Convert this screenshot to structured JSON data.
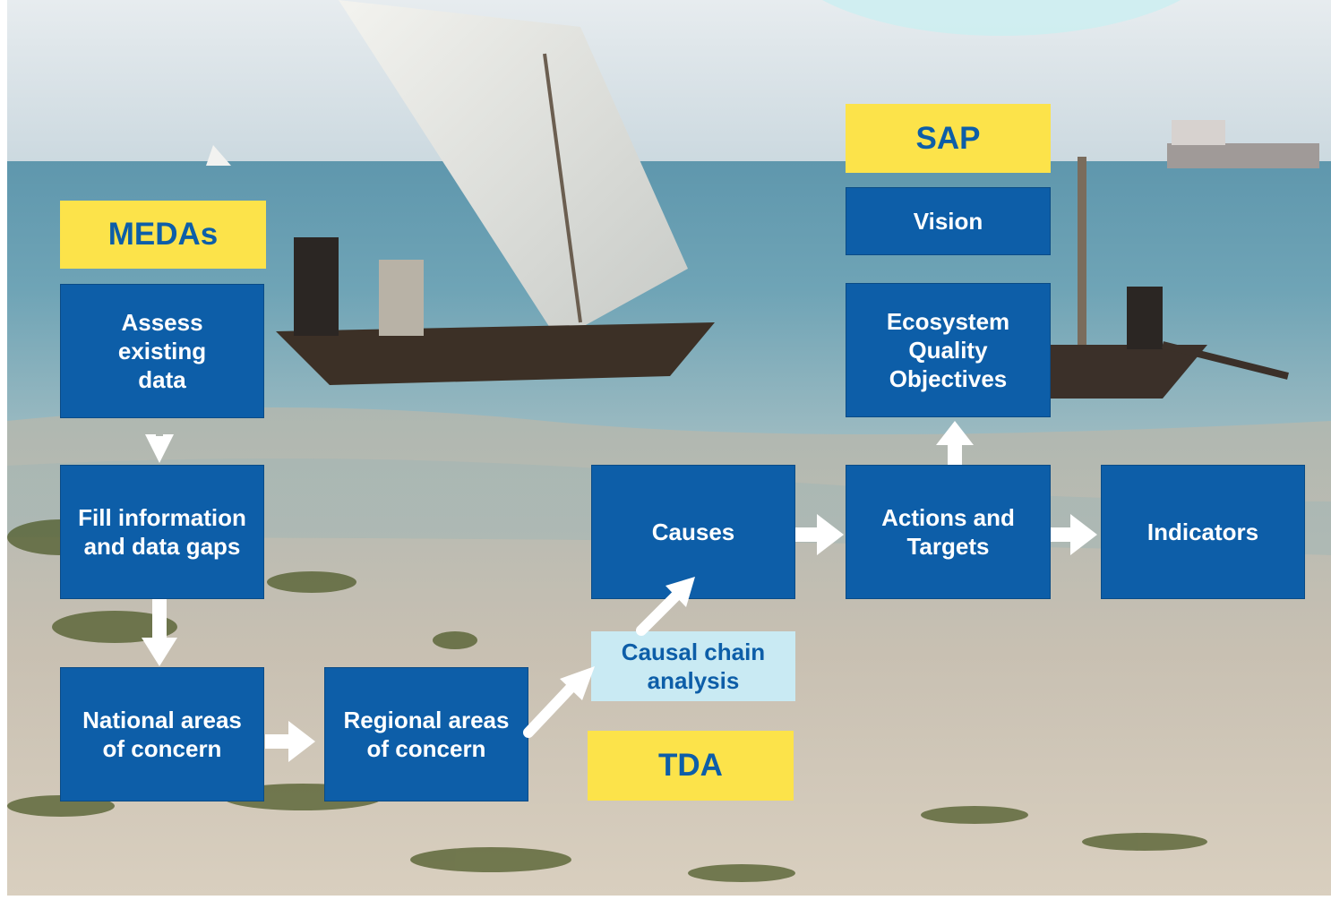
{
  "caption": "",
  "colors": {
    "box": "#0d5ea8",
    "label": "#fce34a",
    "analysis": "#c9eaf3",
    "arrow": "#ffffff"
  },
  "labels": {
    "meda": "MEDAs",
    "sap": "SAP",
    "tda": "TDA"
  },
  "boxes": {
    "assess": "Assess\nexisting\ndata",
    "fill": "Fill information\nand data gaps",
    "national": "National areas\nof concern",
    "regional": "Regional areas\nof concern",
    "causal": "Causal chain\nanalysis",
    "causes": "Causes",
    "actions": "Actions and\nTargets",
    "indicators": "Indicators",
    "vision": "Vision",
    "eqo": "Ecosystem\nQuality\nObjectives"
  }
}
